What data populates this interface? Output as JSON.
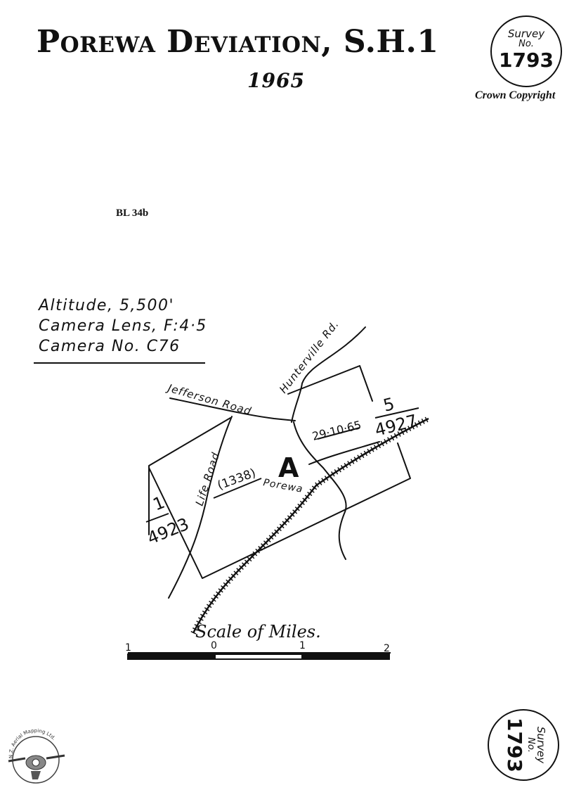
{
  "header": {
    "title": "Porewa Deviation, S.H.1",
    "year": "1965",
    "copyright": "Crown Copyright",
    "reference": "BL 34b"
  },
  "survey_stamp": {
    "line1": "Survey",
    "line2": "No.",
    "number": "1793"
  },
  "flight_notes": [
    "Altitude, 5,500'",
    "Camera Lens, F:4·5",
    "Camera No. C76"
  ],
  "map": {
    "roads": {
      "jefferson": "Jefferson Road",
      "hunterville": "Hunterville Rd.",
      "life": "Life Road"
    },
    "place": "Porewa",
    "area_letter": "A",
    "area_number": "(1338)",
    "date": "29·10·65",
    "run_left": {
      "run": "1",
      "photo": "4923"
    },
    "run_right": {
      "run": "5",
      "photo": "4927"
    }
  },
  "scale": {
    "title": "Scale of Miles.",
    "ticks": [
      "1",
      "0",
      "1",
      "2"
    ]
  },
  "logo": {
    "text": "N.Z. Aerial Mapping Ltd."
  }
}
